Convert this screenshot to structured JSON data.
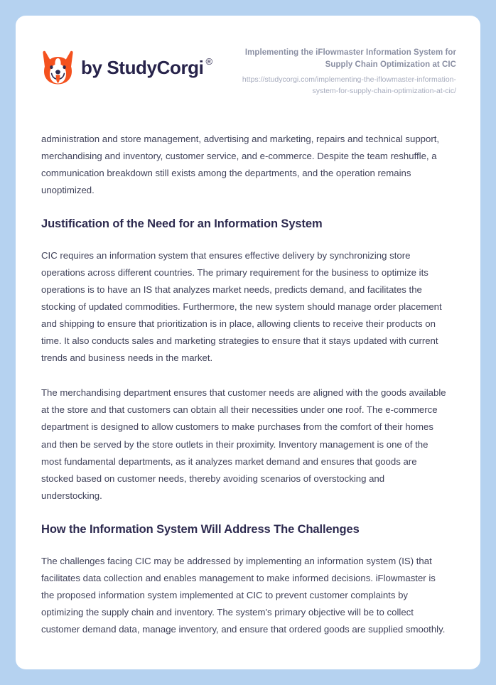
{
  "page": {
    "background_color": "#b5d2f0",
    "card_color": "#ffffff"
  },
  "header": {
    "brand": {
      "logo_icon": "corgi-fox-face-icon",
      "wordmark": "by StudyCorgi",
      "registered_mark": "®",
      "logo_colors": {
        "fur": "#f4511e",
        "face": "#ffffff",
        "features": "#2d2a4f"
      }
    },
    "title": "Implementing the iFlowmaster Information System for Supply Chain Optimization at CIC",
    "url": "https://studycorgi.com/implementing-the-iflowmaster-information-system-for-supply-chain-optimization-at-cic/"
  },
  "body": {
    "blocks": [
      {
        "type": "paragraph",
        "text": "administration and store management, advertising and marketing, repairs and technical support, merchandising and inventory, customer service, and e-commerce. Despite the team reshuffle, a communication breakdown still exists among the departments, and the operation remains unoptimized."
      },
      {
        "type": "heading",
        "text": "Justification of the Need for an Information System"
      },
      {
        "type": "paragraph",
        "text": "CIC requires an information system that ensures effective delivery by synchronizing store operations across different countries. The primary requirement for the business to optimize its operations is to have an IS that analyzes market needs, predicts demand, and facilitates the stocking of updated commodities. Furthermore, the new system should manage order placement and shipping to ensure that prioritization is in place, allowing clients to receive their products on time. It also conducts sales and marketing strategies to ensure that it stays updated with current trends and business needs in the market."
      },
      {
        "type": "paragraph",
        "text": "The merchandising department ensures that customer needs are aligned with the goods available at the store and that customers can obtain all their necessities under one roof. The e-commerce department is designed to allow customers to make purchases from the comfort of their homes and then be served by the store outlets in their proximity. Inventory management is one of the most fundamental departments, as it analyzes market demand and ensures that goods are stocked based on customer needs, thereby avoiding scenarios of overstocking and understocking."
      },
      {
        "type": "heading",
        "text": "How the Information System Will Address The Challenges"
      },
      {
        "type": "paragraph",
        "text": "The challenges facing CIC may be addressed by implementing an information system (IS) that facilitates data collection and enables management to make informed decisions. iFlowmaster is the proposed information system implemented at CIC to prevent customer complaints by optimizing the supply chain and inventory. The system's primary objective will be to collect customer demand data, manage inventory, and ensure that ordered goods are supplied smoothly."
      }
    ]
  }
}
